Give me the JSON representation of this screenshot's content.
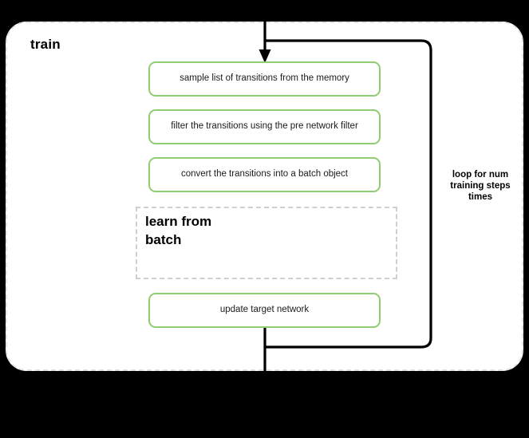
{
  "diagram": {
    "title": "train",
    "background_color": "#000000",
    "container_color": "#ffffff",
    "accent_color": "#90cc72",
    "dashed_border_color": "#e2e2e2",
    "connector_color": "#000000",
    "steps": [
      {
        "id": "sample",
        "label": "sample list of transitions from the memory"
      },
      {
        "id": "filter",
        "label": "filter the transitions using the pre network filter"
      },
      {
        "id": "convert",
        "label": "convert the transitions into a batch object"
      },
      {
        "id": "update",
        "label": "update target network"
      }
    ],
    "subgraph": {
      "label": "learn from\nbatch",
      "label_line1": "learn from",
      "label_line2": "batch"
    },
    "loop": {
      "label": "loop for num\ntraining steps\ntimes",
      "label_line1": "loop for num",
      "label_line2": "training steps",
      "label_line3": "times"
    },
    "icons": {
      "arrow_down": "arrow-down-icon",
      "loop_path": "loop-path-icon"
    }
  }
}
